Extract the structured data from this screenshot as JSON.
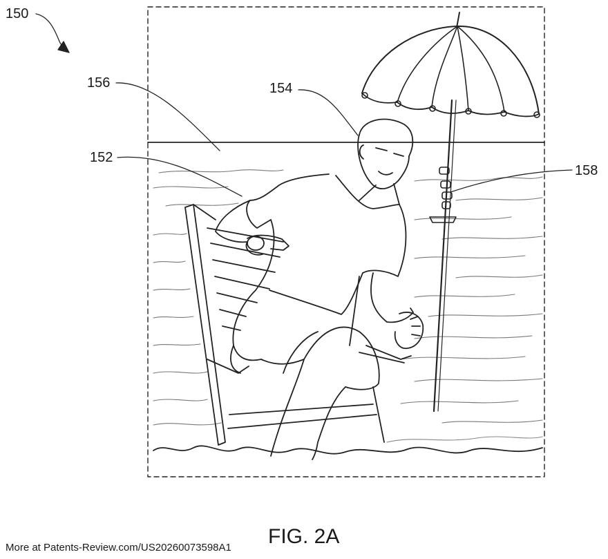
{
  "figure": {
    "caption": "FIG. 2A",
    "labels": {
      "ref_150": "150",
      "ref_152": "152",
      "ref_154": "154",
      "ref_156": "156",
      "ref_158": "158"
    }
  },
  "footer": {
    "source_text": "More at Patents-Review.com/US20260073598A1"
  }
}
